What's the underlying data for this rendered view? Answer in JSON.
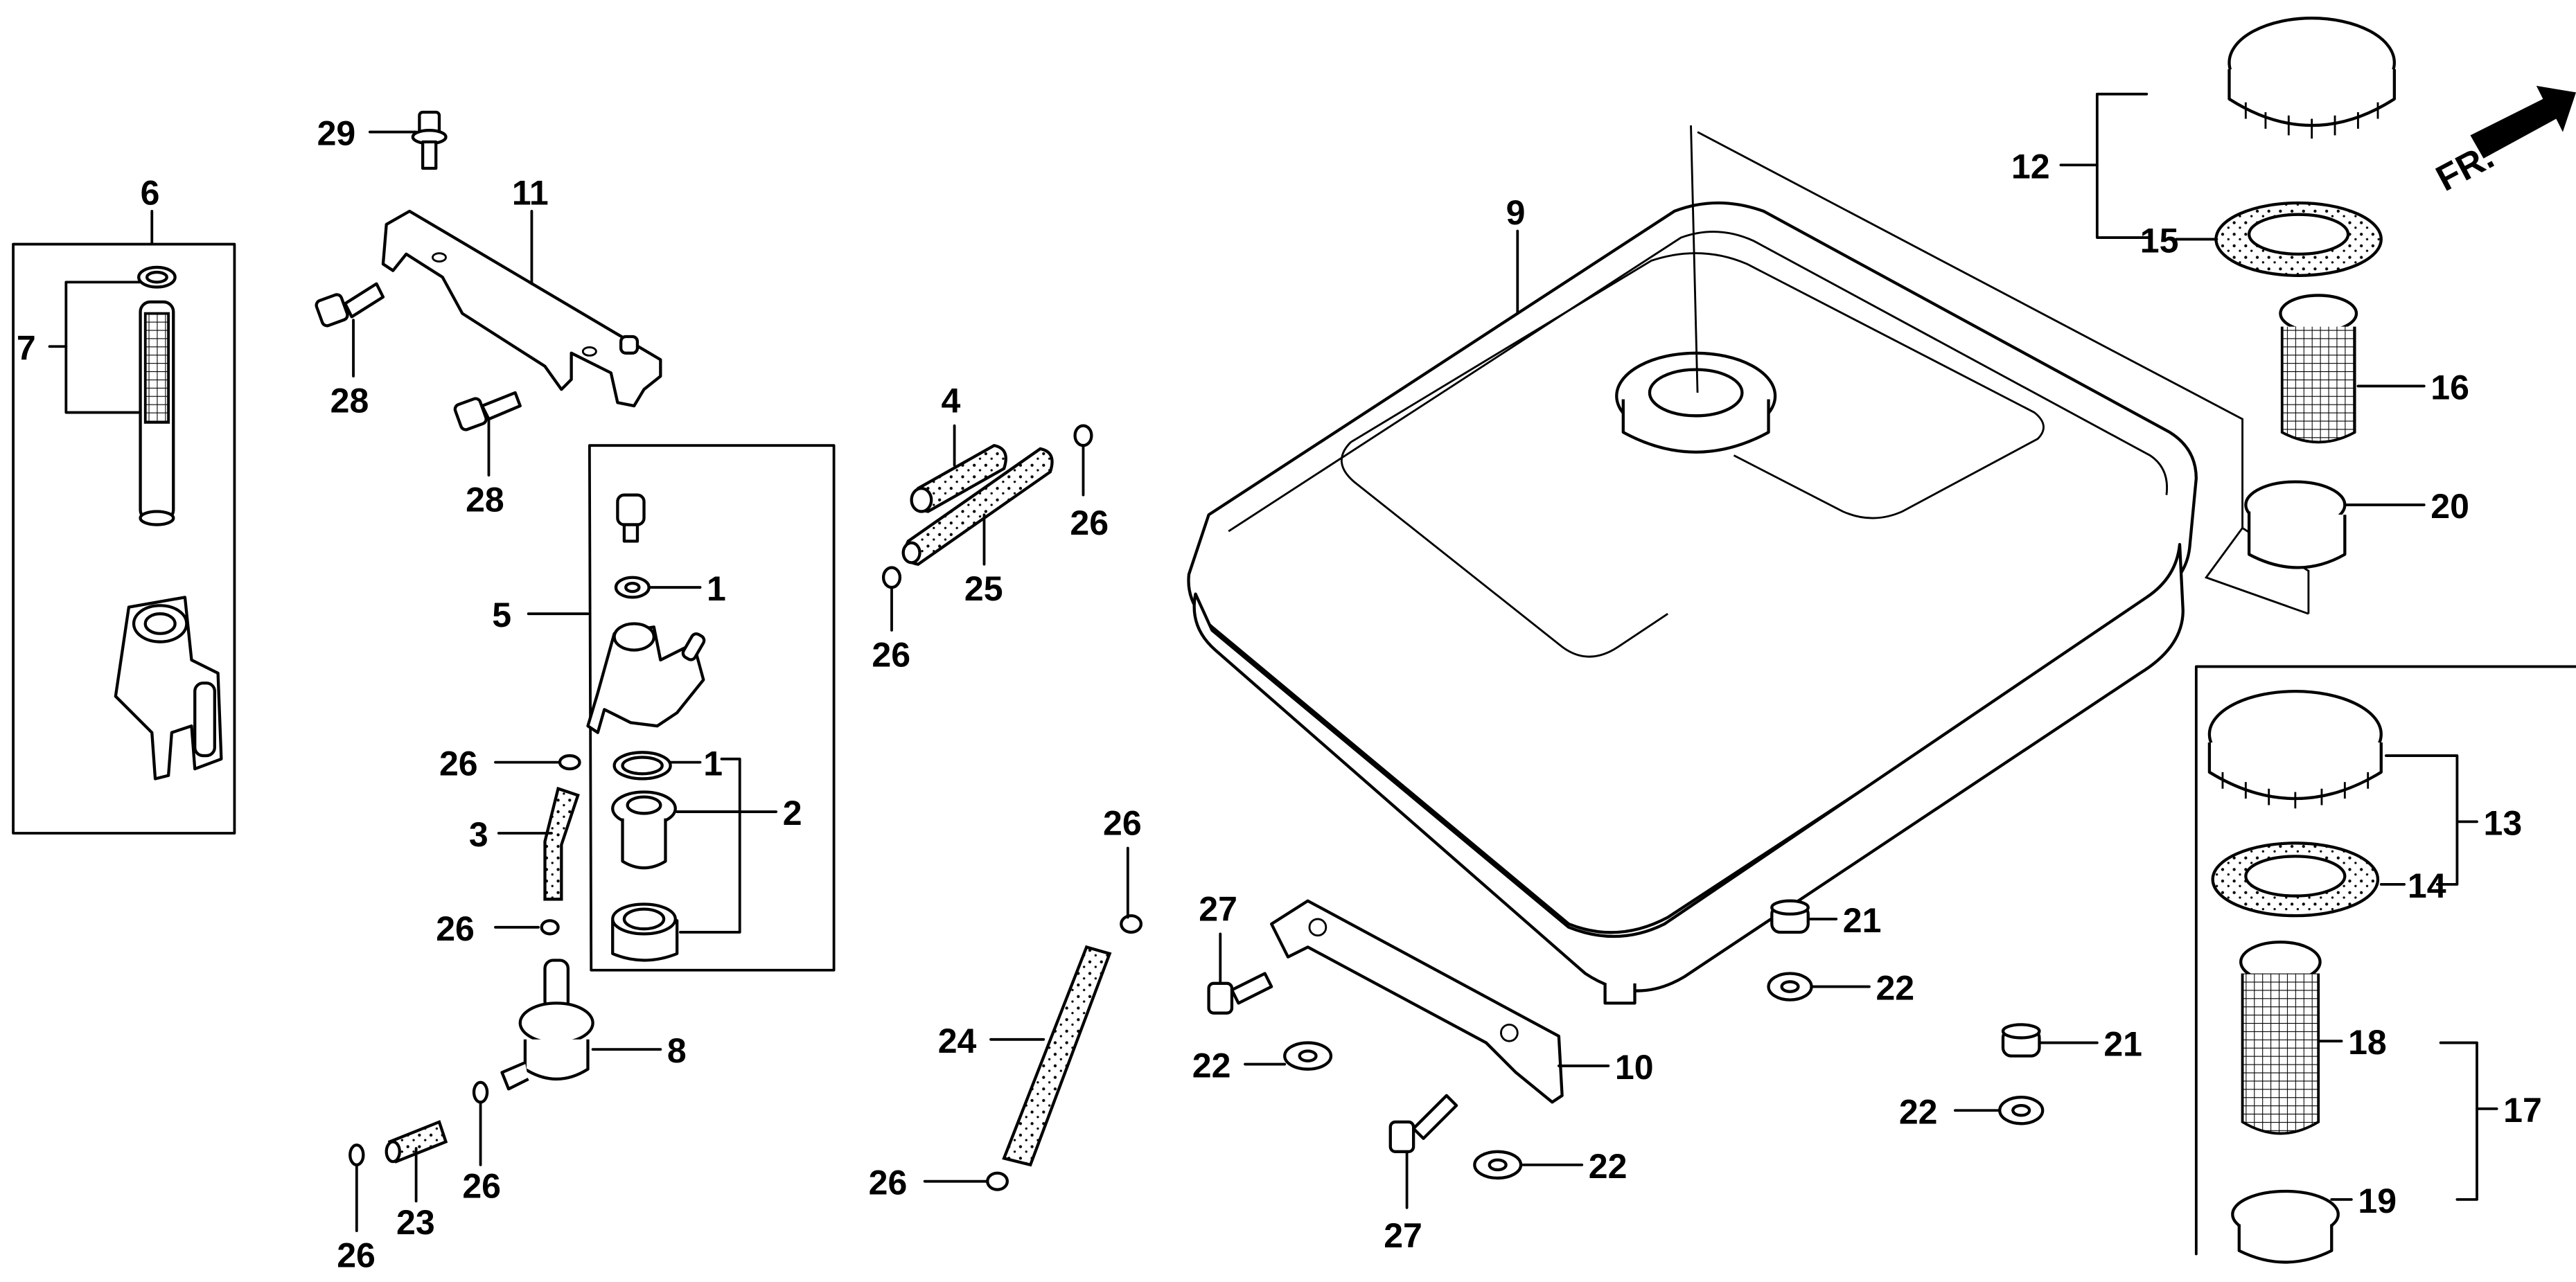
{
  "diagram": {
    "title": "Fuel tank exploded parts view",
    "direction_indicator": "FR.",
    "callouts": [
      {
        "id": "c29",
        "label": "29",
        "part": "flange bolt"
      },
      {
        "id": "c11",
        "label": "11",
        "part": "tank mounting bracket (upper)"
      },
      {
        "id": "c6",
        "label": "6",
        "part": "fuel cock assembly"
      },
      {
        "id": "c7",
        "label": "7",
        "part": "fuel strainer set"
      },
      {
        "id": "c28a",
        "label": "28",
        "part": "flange bolt"
      },
      {
        "id": "c28b",
        "label": "28",
        "part": "flange bolt"
      },
      {
        "id": "c5",
        "label": "5",
        "part": "fuel cock assembly"
      },
      {
        "id": "c1a",
        "label": "1",
        "part": "seal"
      },
      {
        "id": "c1b",
        "label": "1",
        "part": "o-ring"
      },
      {
        "id": "c2",
        "label": "2",
        "part": "fuel cup set"
      },
      {
        "id": "c3",
        "label": "3",
        "part": "fuel tube"
      },
      {
        "id": "c26a",
        "label": "26",
        "part": "tube clip"
      },
      {
        "id": "c26b",
        "label": "26",
        "part": "tube clip"
      },
      {
        "id": "c8",
        "label": "8",
        "part": "fuel filter"
      },
      {
        "id": "c23",
        "label": "23",
        "part": "fuel tube"
      },
      {
        "id": "c26c",
        "label": "26",
        "part": "tube clip"
      },
      {
        "id": "c26d",
        "label": "26",
        "part": "tube clip"
      },
      {
        "id": "c4",
        "label": "4",
        "part": "fuel tube"
      },
      {
        "id": "c25",
        "label": "25",
        "part": "fuel tube"
      },
      {
        "id": "c26e",
        "label": "26",
        "part": "tube clip"
      },
      {
        "id": "c26f",
        "label": "26",
        "part": "tube clip"
      },
      {
        "id": "c9",
        "label": "9",
        "part": "fuel tank"
      },
      {
        "id": "c26g",
        "label": "26",
        "part": "tube clip"
      },
      {
        "id": "c24",
        "label": "24",
        "part": "fuel tube"
      },
      {
        "id": "c26h",
        "label": "26",
        "part": "tube clip"
      },
      {
        "id": "c27a",
        "label": "27",
        "part": "flange bolt"
      },
      {
        "id": "c27b",
        "label": "27",
        "part": "flange bolt"
      },
      {
        "id": "c22a",
        "label": "22",
        "part": "flange nut"
      },
      {
        "id": "c22b",
        "label": "22",
        "part": "flange nut"
      },
      {
        "id": "c10",
        "label": "10",
        "part": "tank mounting bracket (lower)"
      },
      {
        "id": "c21a",
        "label": "21",
        "part": "cushion"
      },
      {
        "id": "c22c",
        "label": "22",
        "part": "flange nut"
      },
      {
        "id": "c21b",
        "label": "21",
        "part": "cushion"
      },
      {
        "id": "c22d",
        "label": "22",
        "part": "flange nut"
      },
      {
        "id": "c12",
        "label": "12",
        "part": "fuel filler cap"
      },
      {
        "id": "c15",
        "label": "15",
        "part": "cap packing"
      },
      {
        "id": "c16",
        "label": "16",
        "part": "fuel strainer"
      },
      {
        "id": "c20",
        "label": "20",
        "part": "strainer holder"
      },
      {
        "id": "c13",
        "label": "13",
        "part": "fuel filler cap (type 2)"
      },
      {
        "id": "c14",
        "label": "14",
        "part": "cap packing"
      },
      {
        "id": "c18",
        "label": "18",
        "part": "fuel strainer"
      },
      {
        "id": "c17",
        "label": "17",
        "part": "fuel strainer set"
      },
      {
        "id": "c19",
        "label": "19",
        "part": "strainer holder"
      }
    ]
  }
}
